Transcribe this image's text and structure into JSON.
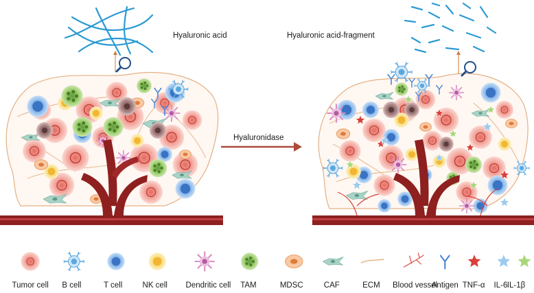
{
  "labels": {
    "left_title": "Hyaluronic acid",
    "right_title": "Hyaluronic acid-fragment",
    "arrow_label": "Hyaluronidase"
  },
  "legend": [
    {
      "label": "Tumor cell",
      "icon": "tumor-cell-icon"
    },
    {
      "label": "B cell",
      "icon": "b-cell-icon"
    },
    {
      "label": "T cell",
      "icon": "t-cell-icon"
    },
    {
      "label": "NK cell",
      "icon": "nk-cell-icon"
    },
    {
      "label": "Dendritic cell",
      "icon": "dendritic-cell-icon"
    },
    {
      "label": "TAM",
      "icon": "tam-icon"
    },
    {
      "label": "MDSC",
      "icon": "mdsc-icon"
    },
    {
      "label": "CAF",
      "icon": "caf-icon"
    },
    {
      "label": "ECM",
      "icon": "ecm-icon"
    },
    {
      "label": "Blood vessel",
      "icon": "blood-vessel-icon"
    },
    {
      "label": "Antigen",
      "icon": "antigen-icon"
    },
    {
      "label": "TNF-α",
      "icon": "tnf-alpha-icon"
    },
    {
      "label": "IL-6",
      "icon": "il-6-icon"
    },
    {
      "label": "IL-1β",
      "icon": "il-1beta-icon"
    }
  ],
  "colors": {
    "tumor": "#f2a59b",
    "tumor_core": "#d9544f",
    "b_cell": "#5aa8e0",
    "t_cell": "#4a86d4",
    "nk_cell": "#f5d24a",
    "dendritic": "#d98cc4",
    "tam": "#8cc152",
    "mdsc": "#f0a470",
    "caf": "#a9d3c7",
    "ecm": "#e3b184",
    "vessel": "#8e2020",
    "vessel_light": "#c04040",
    "antigen": "#4a86d4",
    "tnf": "#d9403a",
    "il6": "#5aa8e0",
    "il1b": "#8cc152",
    "ha": "#2b9bd3",
    "arrow": "#b04a3a"
  }
}
